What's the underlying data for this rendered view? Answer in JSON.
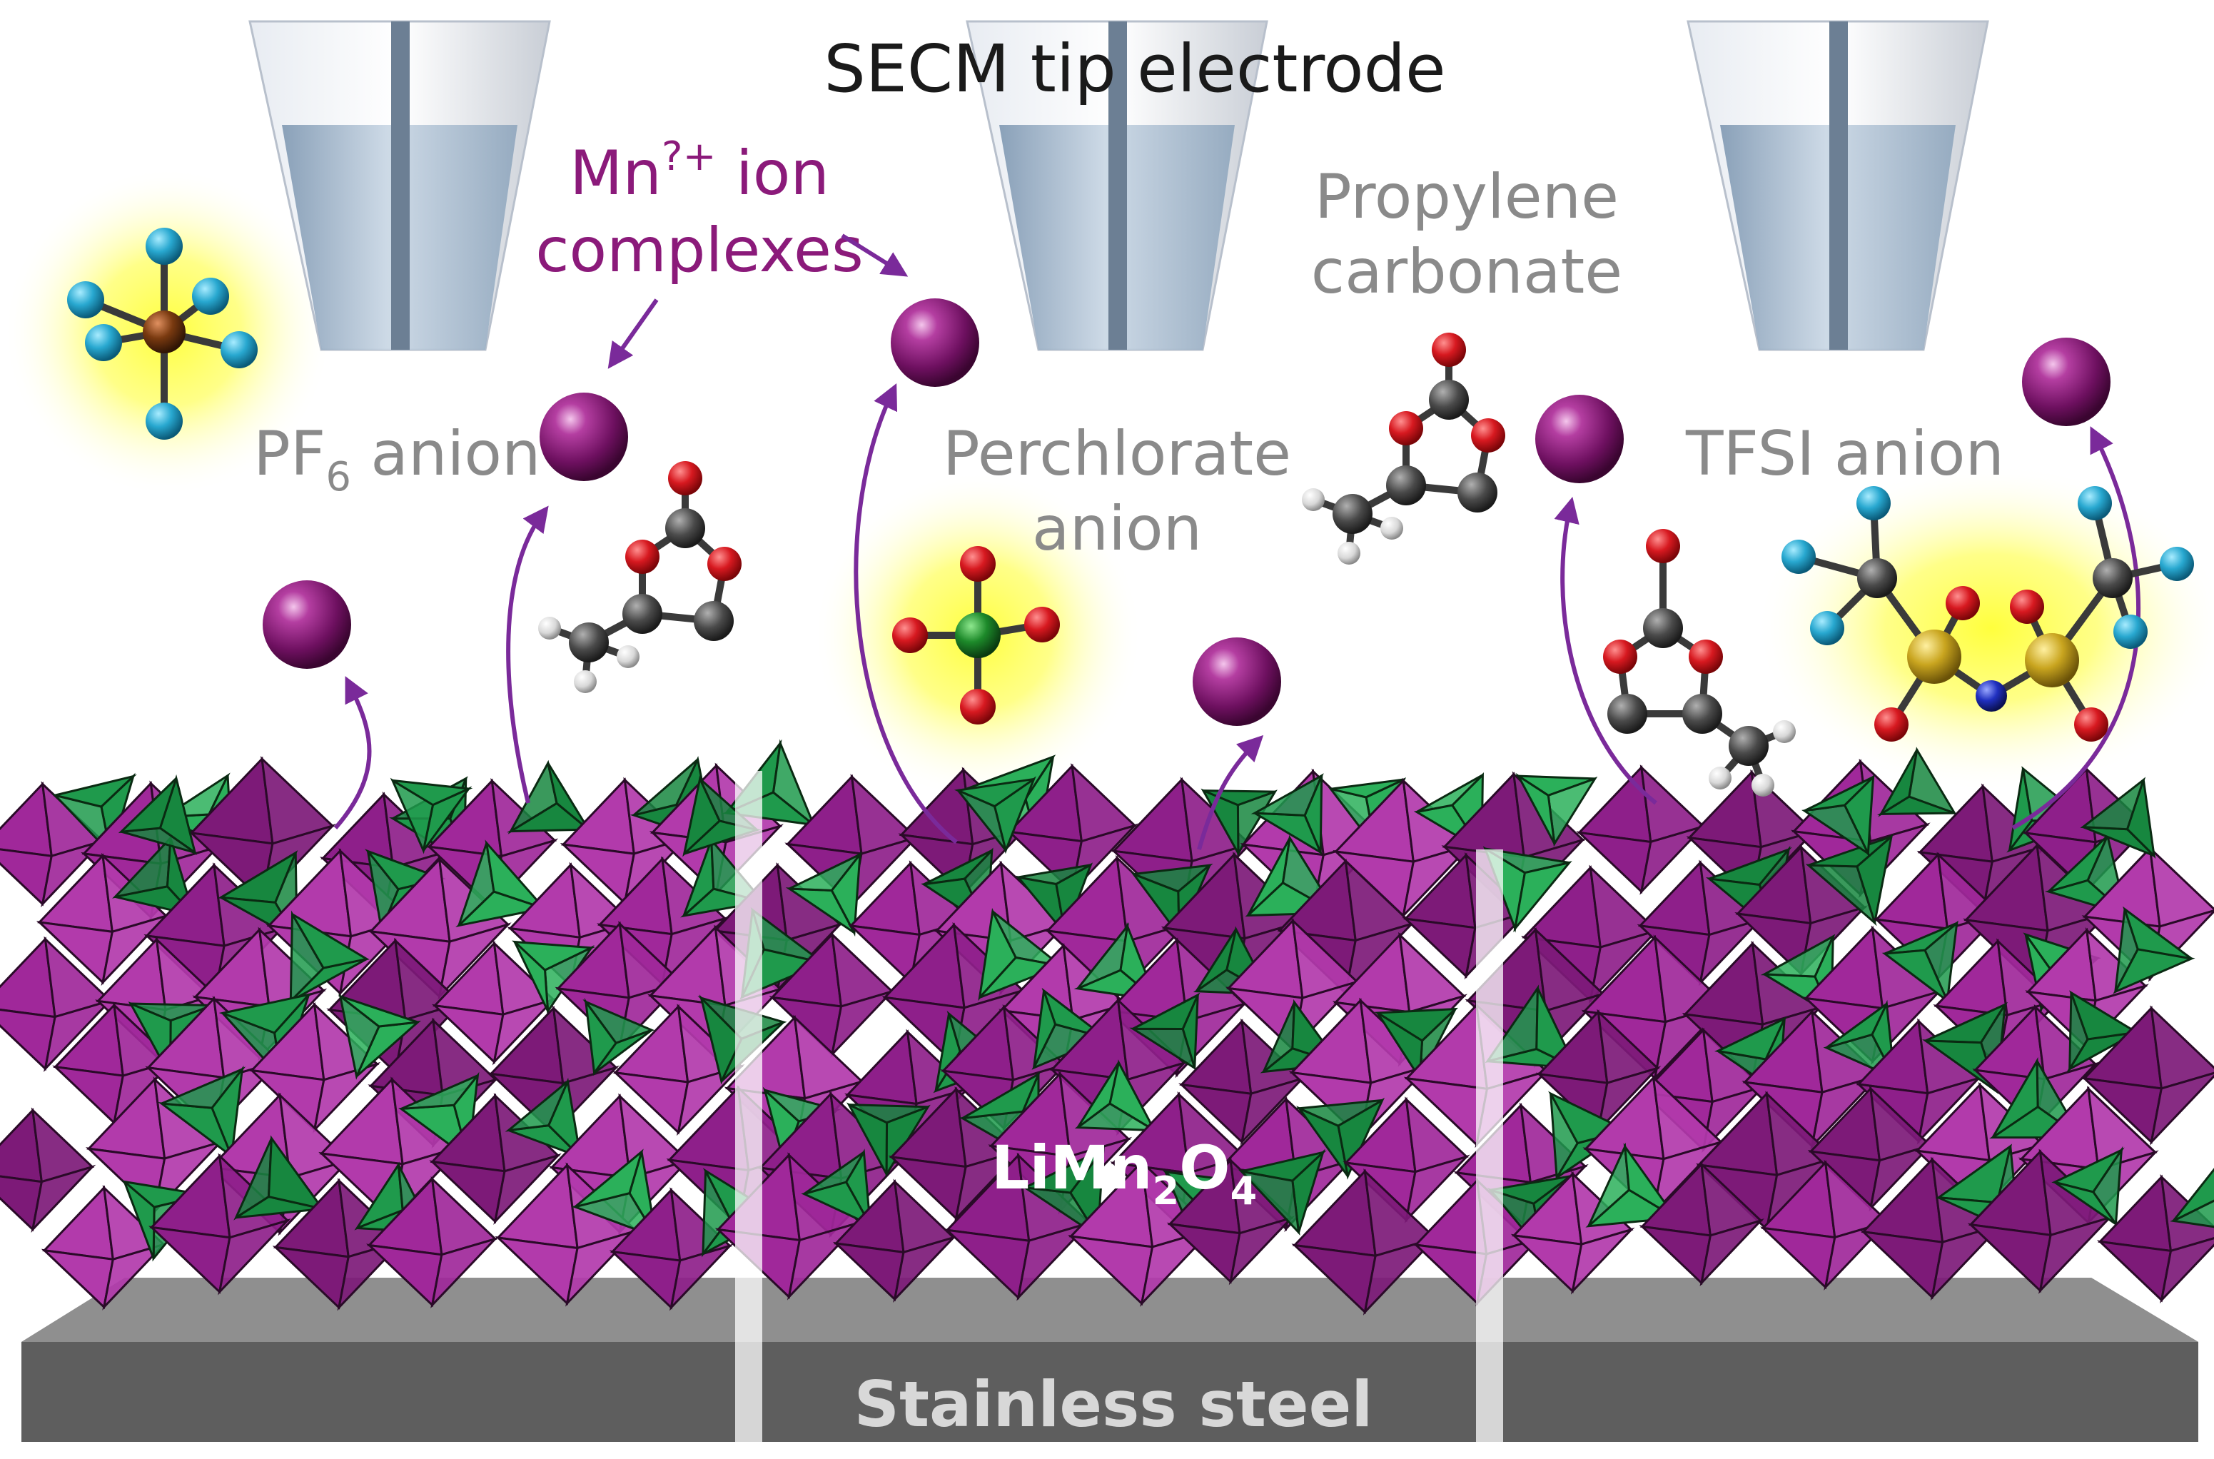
{
  "labels": {
    "secm_tip": "SECM tip electrode",
    "mn_ion_line1": "Mn?+ ion",
    "mn_ion_line2": "complexes",
    "mn_superscript": "?+",
    "pf6_main": "PF",
    "pf6_sub": "6",
    "pf6_rest": " anion",
    "perchlorate_line1": "Perchlorate",
    "perchlorate_line2": "anion",
    "propylene_line1": "Propylene",
    "propylene_line2": "carbonate",
    "tfsi": "TFSI anion",
    "limn_a": "LiMn",
    "limn_sub1": "2",
    "limn_b": "O",
    "limn_sub2": "4",
    "substrate": "Stainless steel"
  },
  "colors": {
    "tip_body": "#c9ced6",
    "electrolyte": "#9fb4c9",
    "glow": "#ffff33",
    "mn_ion": "#8b1a7a",
    "octahedron": "#a0289a",
    "tetrahedron": "#1f9a4c",
    "oxygen": "#d71920",
    "carbon": "#4a4a4a",
    "hydrogen": "#e8e8e8",
    "fluorine": "#28a8d0",
    "chlorine": "#1d8a2a",
    "phosphorus": "#7a3a10",
    "sulfur": "#c9a51f",
    "nitrogen": "#2030c0",
    "steel": "#6a6a6a",
    "label_gray": "#8a8a8a",
    "label_purple": "#8b1a7a",
    "arrow": "#7a2a9a"
  }
}
